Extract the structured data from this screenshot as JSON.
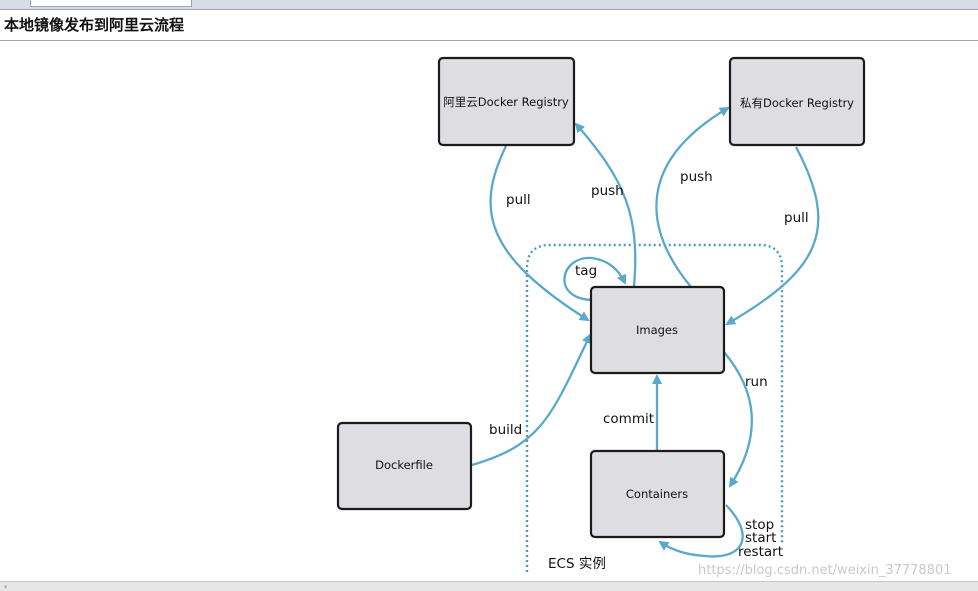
{
  "page": {
    "title": "本地镜像发布到阿里云流程"
  },
  "diagram": {
    "nodes": {
      "aliyun_registry": "阿里云Docker Registry",
      "private_registry": "私有Docker Registry",
      "images": "Images",
      "dockerfile": "Dockerfile",
      "containers": "Containers"
    },
    "edges": {
      "pull_aliyun": "pull",
      "push_aliyun": "push",
      "push_private": "push",
      "pull_private": "pull",
      "tag": "tag",
      "build": "build",
      "commit": "commit",
      "run": "run",
      "stop": "stop",
      "start": "start",
      "restart": "restart"
    },
    "region": {
      "label": "ECS 实例"
    }
  },
  "watermark": "https://blog.csdn.net/weixin_37778801",
  "colors": {
    "arrow": "#5aa8cc",
    "node_fill": "#dedde1",
    "node_border": "#1b1b1b"
  }
}
